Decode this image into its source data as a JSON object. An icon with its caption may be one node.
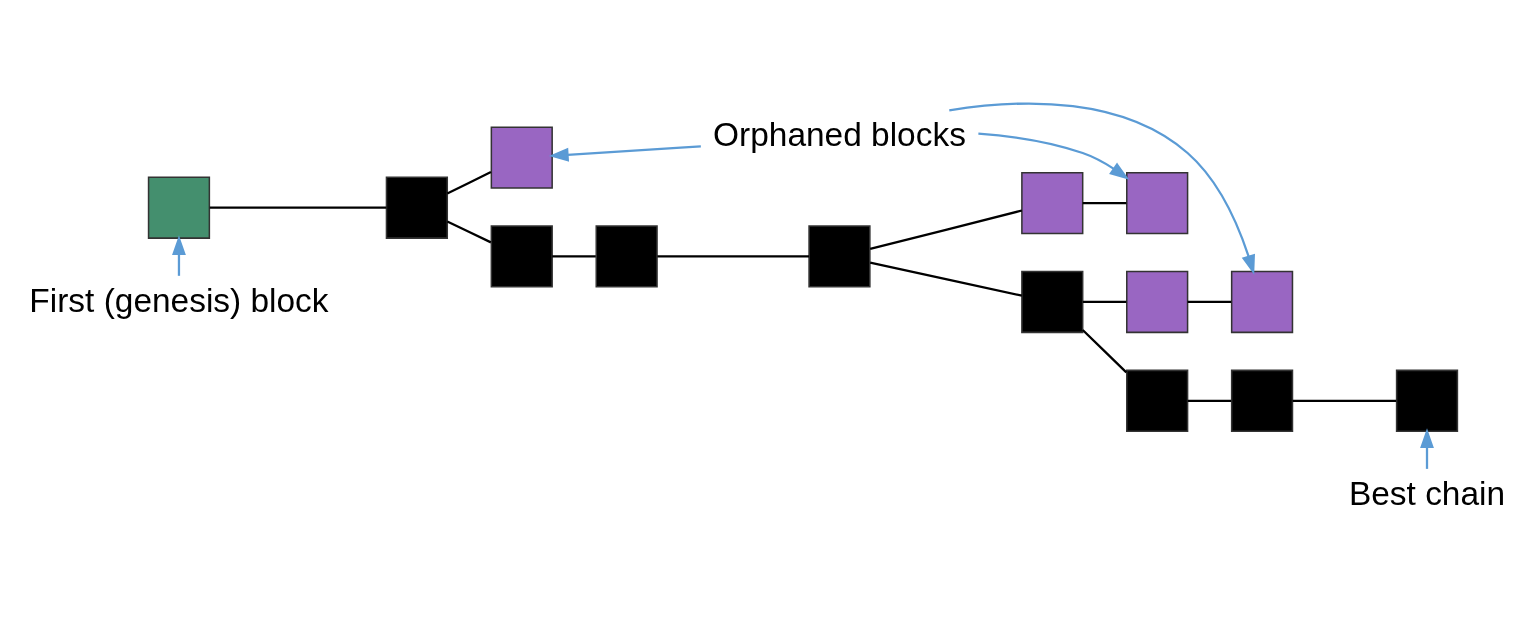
{
  "diagram": {
    "nodes": [
      {
        "text": [],
        "shape": "box"
      },
      {
        "text": [],
        "shape": "box"
      },
      {
        "text": [],
        "shape": "box"
      },
      {
        "text": [],
        "shape": "box"
      },
      {
        "text": [],
        "shape": "box"
      },
      {
        "text": [],
        "shape": "box"
      },
      {
        "text": [],
        "shape": "box"
      },
      {
        "text": [],
        "shape": "box"
      },
      {
        "text": [],
        "shape": "box"
      },
      {
        "text": [],
        "shape": "box"
      },
      {
        "text": [],
        "shape": "box"
      },
      {
        "text": [],
        "shape": "box"
      },
      {
        "text": [],
        "shape": "box"
      },
      {
        "text": [],
        "shape": "box"
      },
      {
        "text": [
          "First (genesis) block"
        ]
      },
      {
        "text": [
          "Best chain"
        ]
      },
      {
        "text": [
          "Orphaned blocks"
        ]
      }
    ],
    "edges": [
      {
        "from": 0,
        "to": 1,
        "arrow": "none"
      },
      {
        "from": 1,
        "to": 2,
        "arrow": "none"
      },
      {
        "from": 1,
        "to": 3,
        "arrow": "none"
      },
      {
        "from": 3,
        "to": 4,
        "arrow": "none"
      },
      {
        "from": 4,
        "to": 5,
        "arrow": "none"
      },
      {
        "from": 5,
        "to": 6,
        "arrow": "none"
      },
      {
        "from": 5,
        "to": 12,
        "arrow": "none"
      },
      {
        "from": 12,
        "to": 13,
        "arrow": "none"
      },
      {
        "from": 6,
        "to": 7,
        "arrow": "none"
      },
      {
        "from": 7,
        "to": 8,
        "arrow": "none"
      },
      {
        "from": 8,
        "to": 9,
        "arrow": "none"
      },
      {
        "from": 6,
        "to": 10,
        "arrow": "none"
      },
      {
        "from": 10,
        "to": 11,
        "arrow": "none"
      },
      {
        "from": 14,
        "to": 0,
        "arrow": "to",
        "color": "#5b9bd5"
      },
      {
        "from": 16,
        "to": 2,
        "arrow": "to",
        "color": "#5b9bd5"
      },
      {
        "from": 16,
        "to": 13,
        "arrow": "to",
        "color": "#5b9bd5"
      },
      {
        "from": 16,
        "to": 11,
        "arrow": "to",
        "color": "#5b9bd5"
      },
      {
        "from": 15,
        "to": 9,
        "arrow": "to",
        "color": "#5b9bd5"
      }
    ]
  }
}
